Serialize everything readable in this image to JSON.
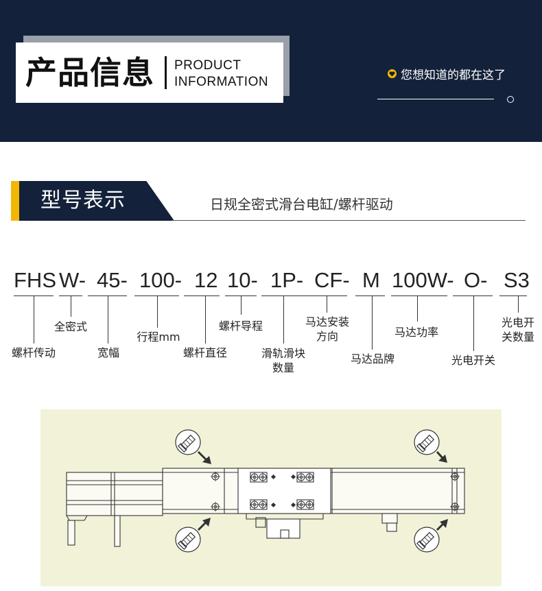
{
  "banner": {
    "title_cn": "产品信息",
    "title_en_line1": "PRODUCT",
    "title_en_line2": "INFORMATION",
    "tagline": "您想知道的都在这了"
  },
  "section": {
    "title": "型号表示",
    "subtitle": "日规全密式滑台电缸/螺杆驱动"
  },
  "model_code": {
    "segments": [
      "FHS",
      "W-",
      "45-",
      "100-",
      "12",
      "10-",
      "1P-",
      "CF-",
      "M",
      "100W-",
      "O-",
      "S3"
    ],
    "labels": {
      "fhs": "螺杆传动",
      "w": "全密式",
      "w45": "宽幅",
      "stroke": "行程mm",
      "screw_dia": "螺杆直径",
      "lead": "螺杆导程",
      "slider_line1": "滑轨滑块",
      "slider_line2": "数量",
      "dir_line1": "马达安装",
      "dir_line2": "方向",
      "brand": "马达品牌",
      "power": "马达功率",
      "switch": "光电开关",
      "count_line1": "光电开",
      "count_line2": "关数量"
    }
  },
  "colors": {
    "navy": "#13213a",
    "accent": "#f2b705",
    "drawing_bg": "#f2f2d9"
  },
  "icons": [
    "heart-icon",
    "bolt-screw-icon"
  ]
}
